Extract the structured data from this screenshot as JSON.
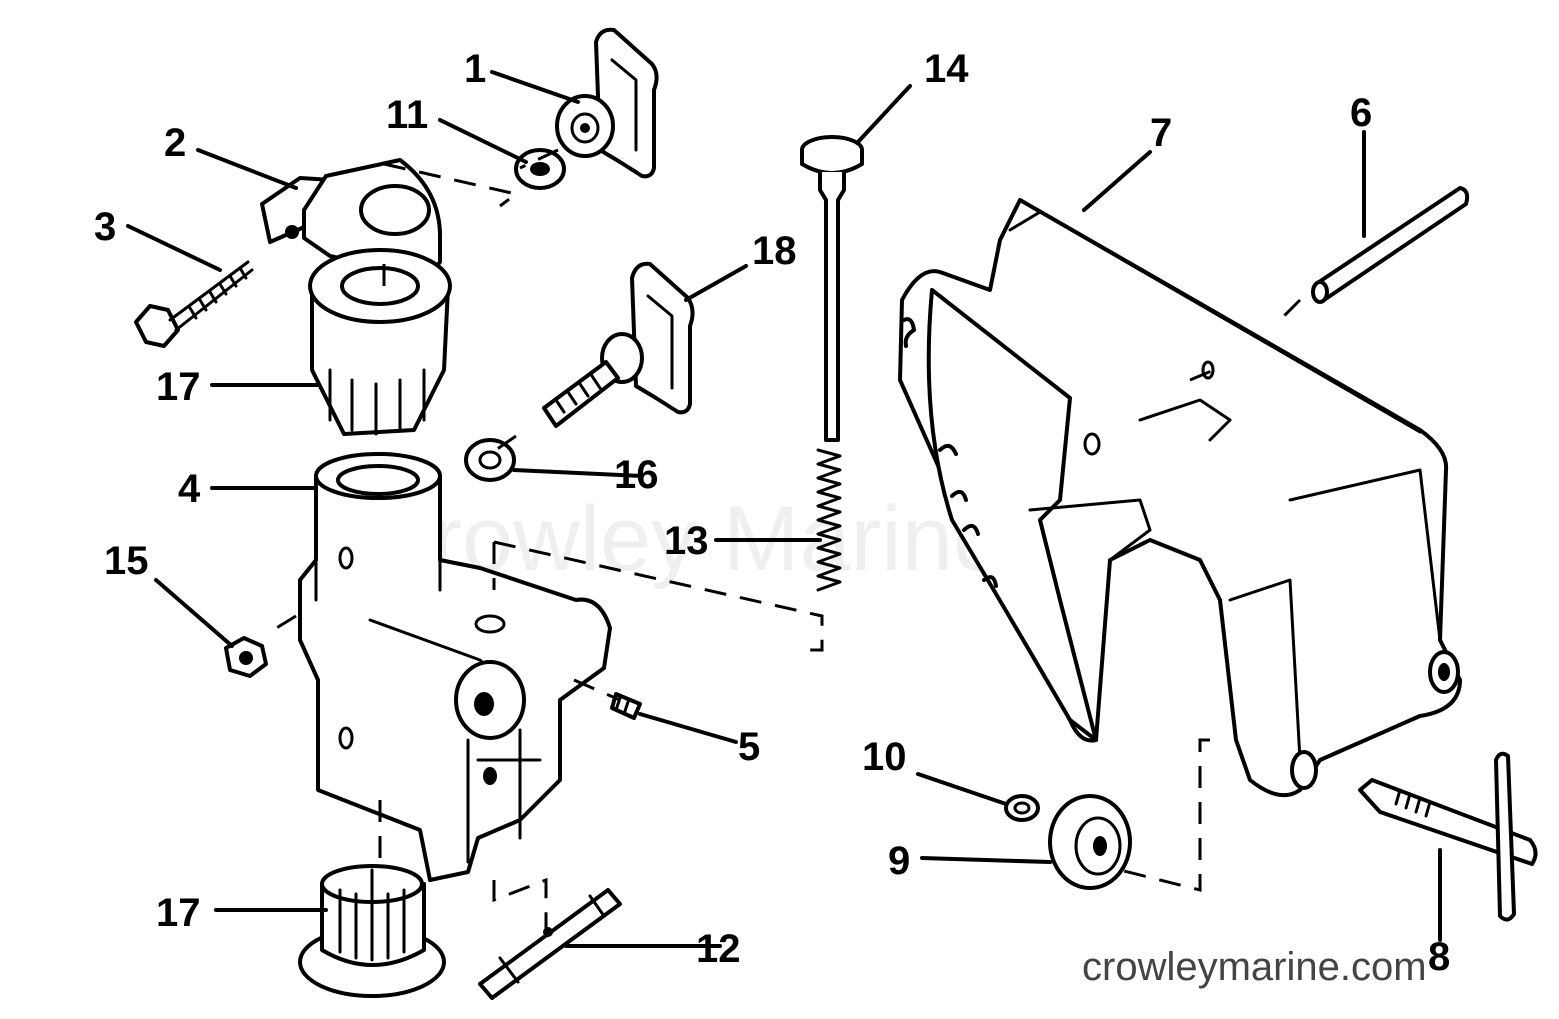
{
  "callouts": {
    "c1": "1",
    "c2": "2",
    "c3": "3",
    "c4": "4",
    "c5": "5",
    "c6": "6",
    "c7": "7",
    "c8": "8",
    "c9": "9",
    "c10": "10",
    "c11": "11",
    "c12": "12",
    "c13": "13",
    "c14": "14",
    "c15": "15",
    "c16": "16",
    "c17a": "17",
    "c17b": "17",
    "c18": "18"
  },
  "watermark": "Crowley Marine",
  "site_label": "crowleymarine.com"
}
